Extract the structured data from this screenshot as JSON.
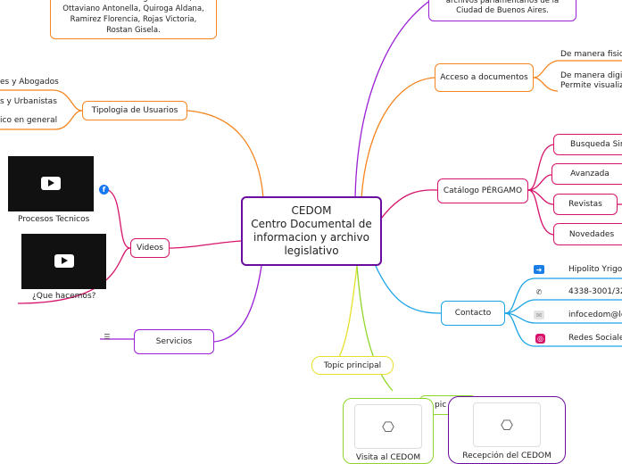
{
  "central": {
    "title": "CEDOM",
    "subtitle": "Centro Documental de informacion y archivo legislativo"
  },
  "top_left_note": "Alumnos: Monenegro Eduardo, Ottaviano Antonella, Quiroga Aldana, Ramirez Florencia, Rojas Victoria, Rostan Gisela.",
  "top_right_note": "archivos parlamentarios de la Ciudad de Buenos Aires.",
  "tipologia": {
    "label": "Tipologia de Usuarios",
    "items": [
      "es y Abogados",
      "s y Urbanistas",
      "ico en general"
    ]
  },
  "acceso": {
    "label": "Acceso a documentos",
    "items": [
      "De manera fisic",
      "De manera digit",
      "Permite visualiz"
    ]
  },
  "catalogo": {
    "label": "Catálogo PÉRGAMO",
    "items": [
      "Busqueda Sim",
      "Avanzada",
      "Revistas",
      "Novedades"
    ]
  },
  "contacto": {
    "label": "Contacto",
    "items": [
      "Hipolito Yrigo",
      "4338-3001/32",
      "infocedom@le",
      "Redes Sociale"
    ],
    "icons": [
      "arrow-icon",
      "phone-icon",
      "mail-icon",
      "instagram-icon"
    ]
  },
  "videos": {
    "label": "Videos",
    "items": [
      "Procesos Tecnicos",
      "¿Que hacemos?"
    ]
  },
  "servicios": {
    "label": "Servicios"
  },
  "topic_principal": "Topic principal",
  "topic_partial": "pic p",
  "visita": "Visita al CEDOM",
  "recepcion": "Recepción del CEDOM",
  "colors": {
    "orange": "#f5851f",
    "purple": "#9b1fd6",
    "pink": "#d6136a",
    "blue": "#1aa4e6",
    "yellow": "#e6e02a",
    "green": "#8fd62a",
    "dark_purple": "#6a0d9e"
  }
}
